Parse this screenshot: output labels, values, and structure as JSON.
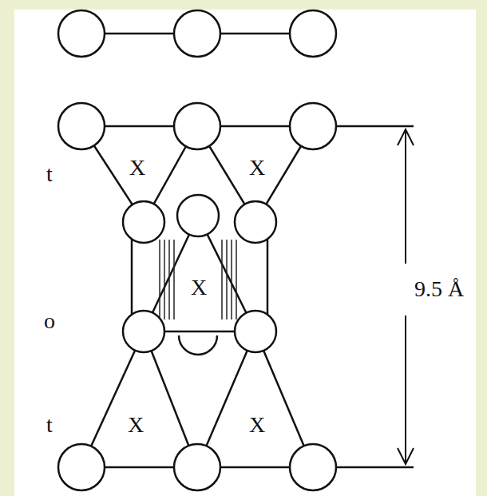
{
  "diagram": {
    "labels": [
      "t",
      "o",
      "t",
      "9.5 Å",
      "X",
      "X",
      "X",
      "X",
      "X"
    ]
  }
}
